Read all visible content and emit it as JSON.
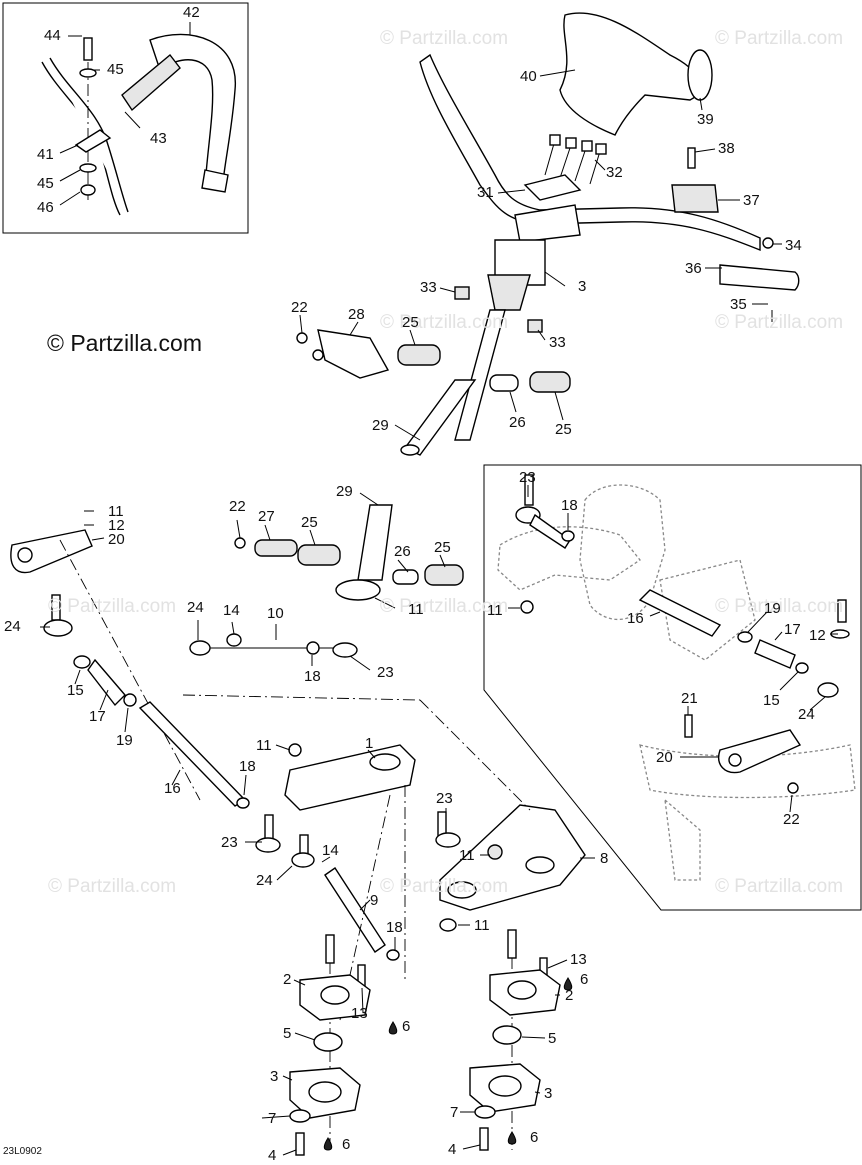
{
  "copyright": "© Partzilla.com",
  "watermark": "© Partzilla.com",
  "drawing_code": "23L0902",
  "callouts": [
    {
      "id": "c44a",
      "text": "44"
    },
    {
      "id": "c42",
      "text": "42"
    },
    {
      "id": "c45a",
      "text": "45"
    },
    {
      "id": "c43",
      "text": "43"
    },
    {
      "id": "c41",
      "text": "41"
    },
    {
      "id": "c45b",
      "text": "45"
    },
    {
      "id": "c46",
      "text": "46"
    },
    {
      "id": "c40",
      "text": "40"
    },
    {
      "id": "c39",
      "text": "39"
    },
    {
      "id": "c38",
      "text": "38"
    },
    {
      "id": "c32",
      "text": "32"
    },
    {
      "id": "c31",
      "text": "31"
    },
    {
      "id": "c37",
      "text": "37"
    },
    {
      "id": "c34",
      "text": "34"
    },
    {
      "id": "c3a",
      "text": "3"
    },
    {
      "id": "c36",
      "text": "36"
    },
    {
      "id": "c33a",
      "text": "33"
    },
    {
      "id": "c35",
      "text": "35"
    },
    {
      "id": "c22a",
      "text": "22"
    },
    {
      "id": "c28",
      "text": "28"
    },
    {
      "id": "c25a",
      "text": "25"
    },
    {
      "id": "c33b",
      "text": "33"
    },
    {
      "id": "c29a",
      "text": "29"
    },
    {
      "id": "c26a",
      "text": "26"
    },
    {
      "id": "c25b",
      "text": "25"
    },
    {
      "id": "c23a",
      "text": "23"
    },
    {
      "id": "c18a",
      "text": "18"
    },
    {
      "id": "c11a",
      "text": "11"
    },
    {
      "id": "c12a",
      "text": "12"
    },
    {
      "id": "c20a",
      "text": "20"
    },
    {
      "id": "c29b",
      "text": "29"
    },
    {
      "id": "c22b",
      "text": "22"
    },
    {
      "id": "c27",
      "text": "27"
    },
    {
      "id": "c25c",
      "text": "25"
    },
    {
      "id": "c26b",
      "text": "26"
    },
    {
      "id": "c25d",
      "text": "25"
    },
    {
      "id": "c11b",
      "text": "11"
    },
    {
      "id": "c16a",
      "text": "16"
    },
    {
      "id": "c11c",
      "text": "11"
    },
    {
      "id": "c24a",
      "text": "24"
    },
    {
      "id": "c24b",
      "text": "24"
    },
    {
      "id": "c14a",
      "text": "14"
    },
    {
      "id": "c10",
      "text": "10"
    },
    {
      "id": "c19a",
      "text": "19"
    },
    {
      "id": "c17a",
      "text": "17"
    },
    {
      "id": "c12b",
      "text": "12"
    },
    {
      "id": "c15a",
      "text": "15"
    },
    {
      "id": "c23b",
      "text": "23"
    },
    {
      "id": "c18b",
      "text": "18"
    },
    {
      "id": "c15b",
      "text": "15"
    },
    {
      "id": "c24c",
      "text": "24"
    },
    {
      "id": "c17b",
      "text": "17"
    },
    {
      "id": "c19b",
      "text": "19"
    },
    {
      "id": "c21",
      "text": "21"
    },
    {
      "id": "c20b",
      "text": "20"
    },
    {
      "id": "c22c",
      "text": "22"
    },
    {
      "id": "c11d",
      "text": "11"
    },
    {
      "id": "c1",
      "text": "1"
    },
    {
      "id": "c16b",
      "text": "16"
    },
    {
      "id": "c18c",
      "text": "18"
    },
    {
      "id": "c23c",
      "text": "23"
    },
    {
      "id": "c23d",
      "text": "23"
    },
    {
      "id": "c11e",
      "text": "11"
    },
    {
      "id": "c8",
      "text": "8"
    },
    {
      "id": "c14b",
      "text": "14"
    },
    {
      "id": "c24d",
      "text": "24"
    },
    {
      "id": "c9",
      "text": "9"
    },
    {
      "id": "c18d",
      "text": "18"
    },
    {
      "id": "c11f",
      "text": "11"
    },
    {
      "id": "c13a",
      "text": "13"
    },
    {
      "id": "c6a",
      "text": "6"
    },
    {
      "id": "c2a",
      "text": "2"
    },
    {
      "id": "c13b",
      "text": "13"
    },
    {
      "id": "c6b",
      "text": "6"
    },
    {
      "id": "c2b",
      "text": "2"
    },
    {
      "id": "c5a",
      "text": "5"
    },
    {
      "id": "c5b",
      "text": "5"
    },
    {
      "id": "c3b",
      "text": "3"
    },
    {
      "id": "c3c",
      "text": "3"
    },
    {
      "id": "c7a",
      "text": "7"
    },
    {
      "id": "c7b",
      "text": "7"
    },
    {
      "id": "c6c",
      "text": "6"
    },
    {
      "id": "c6d",
      "text": "6"
    },
    {
      "id": "c4a",
      "text": "4"
    },
    {
      "id": "c4b",
      "text": "4"
    }
  ]
}
